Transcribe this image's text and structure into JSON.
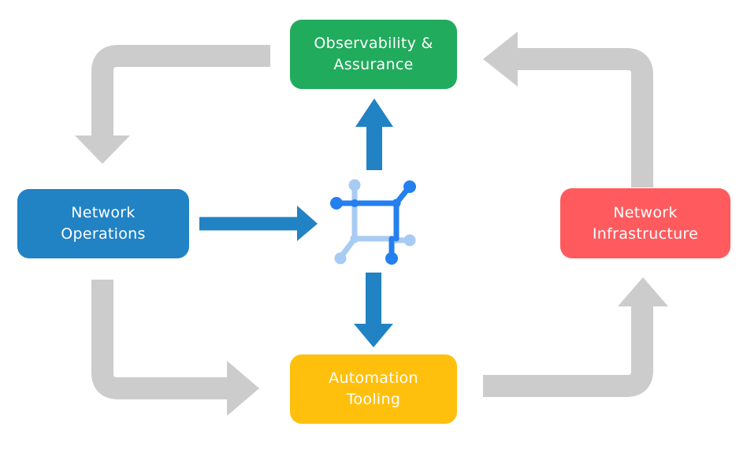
{
  "diagram": {
    "background_color": "#FFFFFF",
    "nodes": [
      {
        "id": "observability-assurance",
        "lines": [
          "Observability &",
          "Assurance"
        ],
        "color": "#21AB5C",
        "text_color": "#FFFFFF"
      },
      {
        "id": "network-operations",
        "lines": [
          "Network",
          "Operations"
        ],
        "color": "#2182C4",
        "text_color": "#FFFFFF"
      },
      {
        "id": "network-infrastructure",
        "lines": [
          "Network",
          "Infrastructure"
        ],
        "color": "#FF5B5E",
        "text_color": "#FFFFFF"
      },
      {
        "id": "automation-tooling",
        "lines": [
          "Automation",
          "Tooling"
        ],
        "color": "#FFC00D",
        "text_color": "#FFFFFF"
      }
    ],
    "center_icon": {
      "name": "network-mesh-icon",
      "dark_blue": "#2380EE",
      "light_blue": "#A8CBF4"
    },
    "arrows": {
      "gray_color": "#CCCCCC",
      "blue_color": "#2182C4",
      "gray_cycle": [
        "observability-to-network-operations",
        "network-operations-to-automation-tooling",
        "automation-tooling-to-network-infrastructure",
        "network-infrastructure-to-observability"
      ],
      "blue_links": [
        "network-operations-to-center",
        "center-to-observability",
        "center-to-automation-tooling"
      ]
    }
  }
}
